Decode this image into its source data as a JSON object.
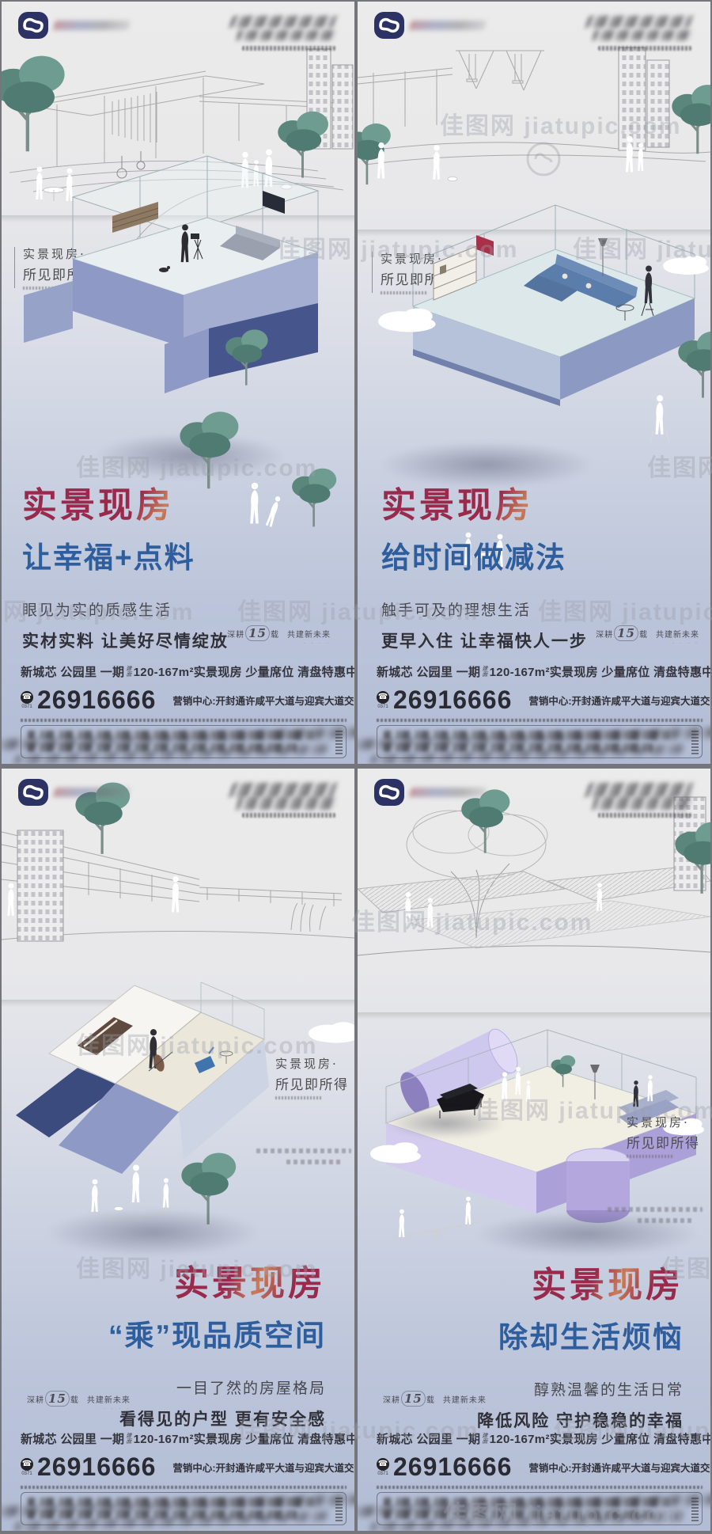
{
  "watermark": {
    "text": "佳图网 jiatupic.com"
  },
  "brand": {
    "stamp_line1": "实景现房·",
    "stamp_line2": "所见即所得",
    "badge_pre": "深耕",
    "badge_num": "15",
    "badge_suf": "载",
    "badge_tail": "共建新未来",
    "badge_dots": "· · · ·"
  },
  "bottom_bar": {
    "slogan_a": "新城芯 公园里  一期",
    "area_label_top": "建",
    "area_label_bot": "面",
    "slogan_b": "120-167m²实景现房  少量席位  清盘特惠中",
    "phone_icon": "☎",
    "area_code": "0371",
    "phone": "26916666",
    "address": "营销中心:开封通许咸平大道与迎宾大道交会处东北角"
  },
  "posters": [
    {
      "headline_red": "实景现房",
      "headline_blue": "让幸福+点料",
      "body1": "眼见为实的质感生活",
      "body2": "实材实料  让美好尽情绽放"
    },
    {
      "headline_red": "实景现房",
      "headline_blue": "给时间做减法",
      "body1": "触手可及的理想生活",
      "body2": "更早入住  让幸福快人一步"
    },
    {
      "headline_red": "实景现房",
      "headline_blue": "“乘”现品质空间",
      "body1": "一目了然的房屋格局",
      "body2": "看得见的户型  更有安全感"
    },
    {
      "headline_red": "实景现房",
      "headline_blue": "除却生活烦恼",
      "body1": "醇熟温馨的生活日常",
      "body2": "降低风险  守护稳稳的幸福"
    }
  ],
  "colors": {
    "headline_red": "#9a2a4c",
    "headline_blue": "#2e5e9d",
    "logo_navy": "#2c3263",
    "block_navy": "#46568c",
    "periwinkle": "#8e9ac5",
    "lavender": "#cfc8ec",
    "tree_teal": "#5d8a80"
  }
}
